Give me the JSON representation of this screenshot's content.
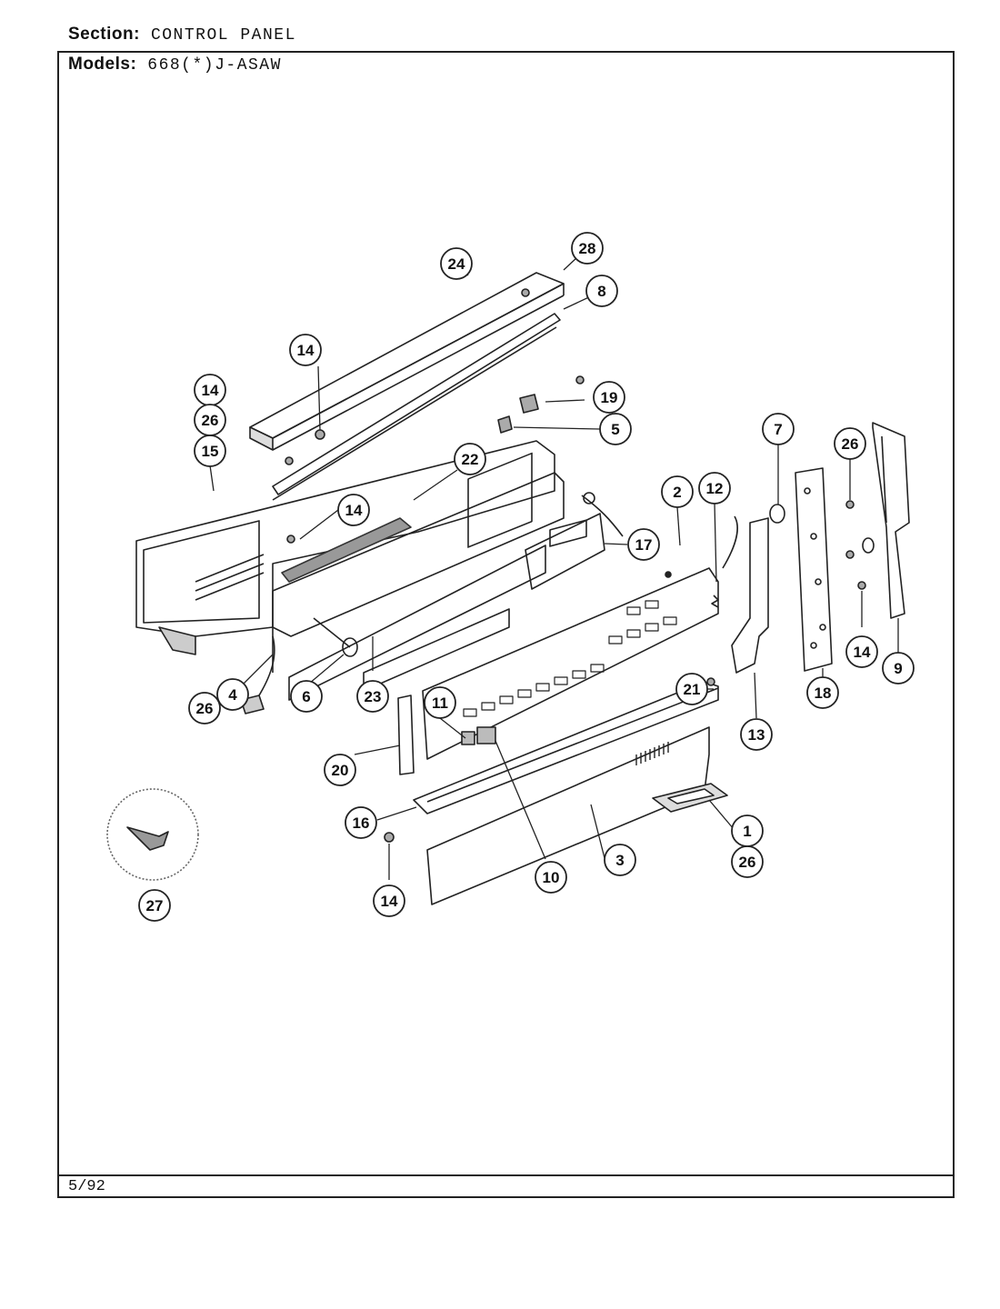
{
  "header": {
    "section_label": "Section:",
    "section_value": "CONTROL PANEL",
    "models_label": "Models:",
    "models_value": "668(*)J-ASAW"
  },
  "footer": {
    "date": "5/92"
  },
  "callouts": [
    {
      "id": "c24",
      "label": "24"
    },
    {
      "id": "c28",
      "label": "28"
    },
    {
      "id": "c8",
      "label": "8"
    },
    {
      "id": "c14a",
      "label": "14"
    },
    {
      "id": "c19",
      "label": "19"
    },
    {
      "id": "c5",
      "label": "5"
    },
    {
      "id": "c14b",
      "label": "14"
    },
    {
      "id": "c26a",
      "label": "26"
    },
    {
      "id": "c15",
      "label": "15"
    },
    {
      "id": "c22",
      "label": "22"
    },
    {
      "id": "c14c",
      "label": "14"
    },
    {
      "id": "c2",
      "label": "2"
    },
    {
      "id": "c12",
      "label": "12"
    },
    {
      "id": "c17",
      "label": "17"
    },
    {
      "id": "c7",
      "label": "7"
    },
    {
      "id": "c26b",
      "label": "26"
    },
    {
      "id": "c11",
      "label": "11"
    },
    {
      "id": "c21",
      "label": "21"
    },
    {
      "id": "c14d",
      "label": "14"
    },
    {
      "id": "c9",
      "label": "9"
    },
    {
      "id": "c26c",
      "label": "26"
    },
    {
      "id": "c4",
      "label": "4"
    },
    {
      "id": "c6",
      "label": "6"
    },
    {
      "id": "c23",
      "label": "23"
    },
    {
      "id": "c13",
      "label": "13"
    },
    {
      "id": "c18",
      "label": "18"
    },
    {
      "id": "c20",
      "label": "20"
    },
    {
      "id": "c16",
      "label": "16"
    },
    {
      "id": "c1",
      "label": "1"
    },
    {
      "id": "c26d",
      "label": "26"
    },
    {
      "id": "c3",
      "label": "3"
    },
    {
      "id": "c10",
      "label": "10"
    },
    {
      "id": "c14e",
      "label": "14"
    },
    {
      "id": "c27",
      "label": "27"
    }
  ]
}
